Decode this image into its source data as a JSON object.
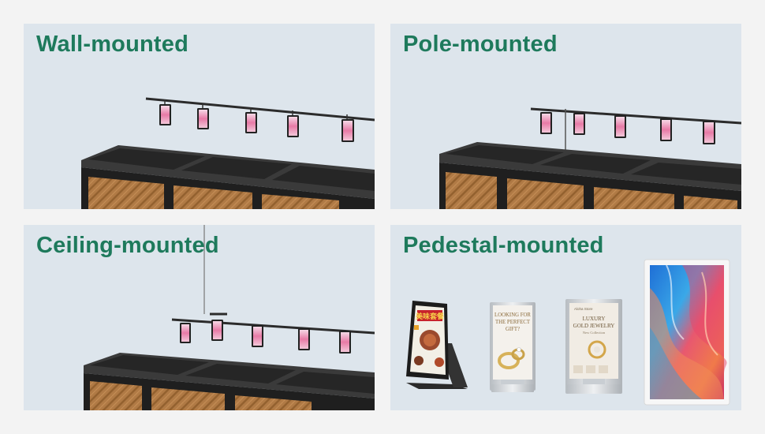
{
  "panels": [
    {
      "id": "wall",
      "title": "Wall-mounted"
    },
    {
      "id": "pole",
      "title": "Pole-mounted"
    },
    {
      "id": "ceiling",
      "title": "Ceiling-mounted"
    },
    {
      "id": "pedestal",
      "title": "Pedestal-mounted"
    }
  ],
  "colors": {
    "title_green": "#1e7a5c",
    "panel_bg": "#dde5ec",
    "page_bg": "#f3f3f3",
    "counter_black": "#2a2a2a",
    "wood": "#b07a45"
  },
  "devices": [
    {
      "name": "tilted-menu-display",
      "lines": [
        "美味套餐"
      ]
    },
    {
      "name": "perfect-gift-display",
      "lines": [
        "LOOKING FOR",
        "THE PERFECT",
        "GIFT?"
      ]
    },
    {
      "name": "luxury-jewelry-display",
      "brand": "Aloha Store",
      "lines": [
        "LUXURY",
        "GOLD JEWELRY"
      ],
      "sub": "New Collection"
    },
    {
      "name": "large-abstract-display"
    }
  ]
}
